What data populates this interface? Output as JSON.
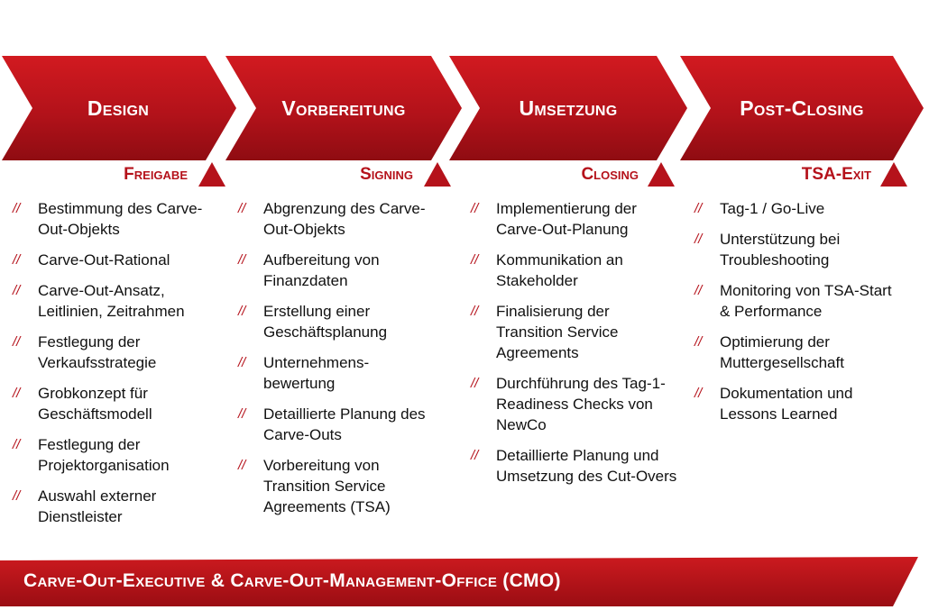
{
  "phases": [
    {
      "title": "Design",
      "milestone": "Freigabe",
      "items": [
        "Bestimmung des Carve-Out-Objekts",
        "Carve-Out-Rational",
        "Carve-Out-Ansatz, Leitlinien, Zeitrahmen",
        "Festlegung der Verkaufsstrategie",
        "Grobkonzept für Geschäftsmodell",
        "Festlegung der Projektorganisation",
        "Auswahl externer Dienstleister"
      ]
    },
    {
      "title": "Vorbereitung",
      "milestone": "Signing",
      "items": [
        "Abgrenzung des Carve-Out-Objekts",
        "Aufbereitung von Finanzdaten",
        "Erstellung einer Geschäftsplanung",
        "Unternehmens-bewertung",
        "Detaillierte Planung des Carve-Outs",
        "Vorbereitung von Transition Service Agreements (TSA)"
      ]
    },
    {
      "title": "Umsetzung",
      "milestone": "Closing",
      "items": [
        "Implementierung der Carve-Out-Planung",
        "Kommunikation an Stakeholder",
        "Finalisierung der Transition Service Agreements",
        "Durchführung des Tag-1-Readiness Checks von NewCo",
        "Detaillierte Planung und Umsetzung des Cut-Overs"
      ]
    },
    {
      "title": "Post-Closing",
      "milestone": "TSA-Exit",
      "items": [
        "Tag-1 / Go-Live",
        "Unterstützung bei Troubleshooting",
        "Monitoring von TSA-Start & Performance",
        "Optimierung der Muttergesellschaft",
        "Dokumentation und Lessons Learned"
      ]
    }
  ],
  "bullet_marker": "//",
  "footer": "Carve-Out-Executive & Carve-Out-Management-Office (CMO)",
  "colors": {
    "accent": "#b5121b",
    "accent_dark": "#8a0c12",
    "text": "#111111"
  }
}
